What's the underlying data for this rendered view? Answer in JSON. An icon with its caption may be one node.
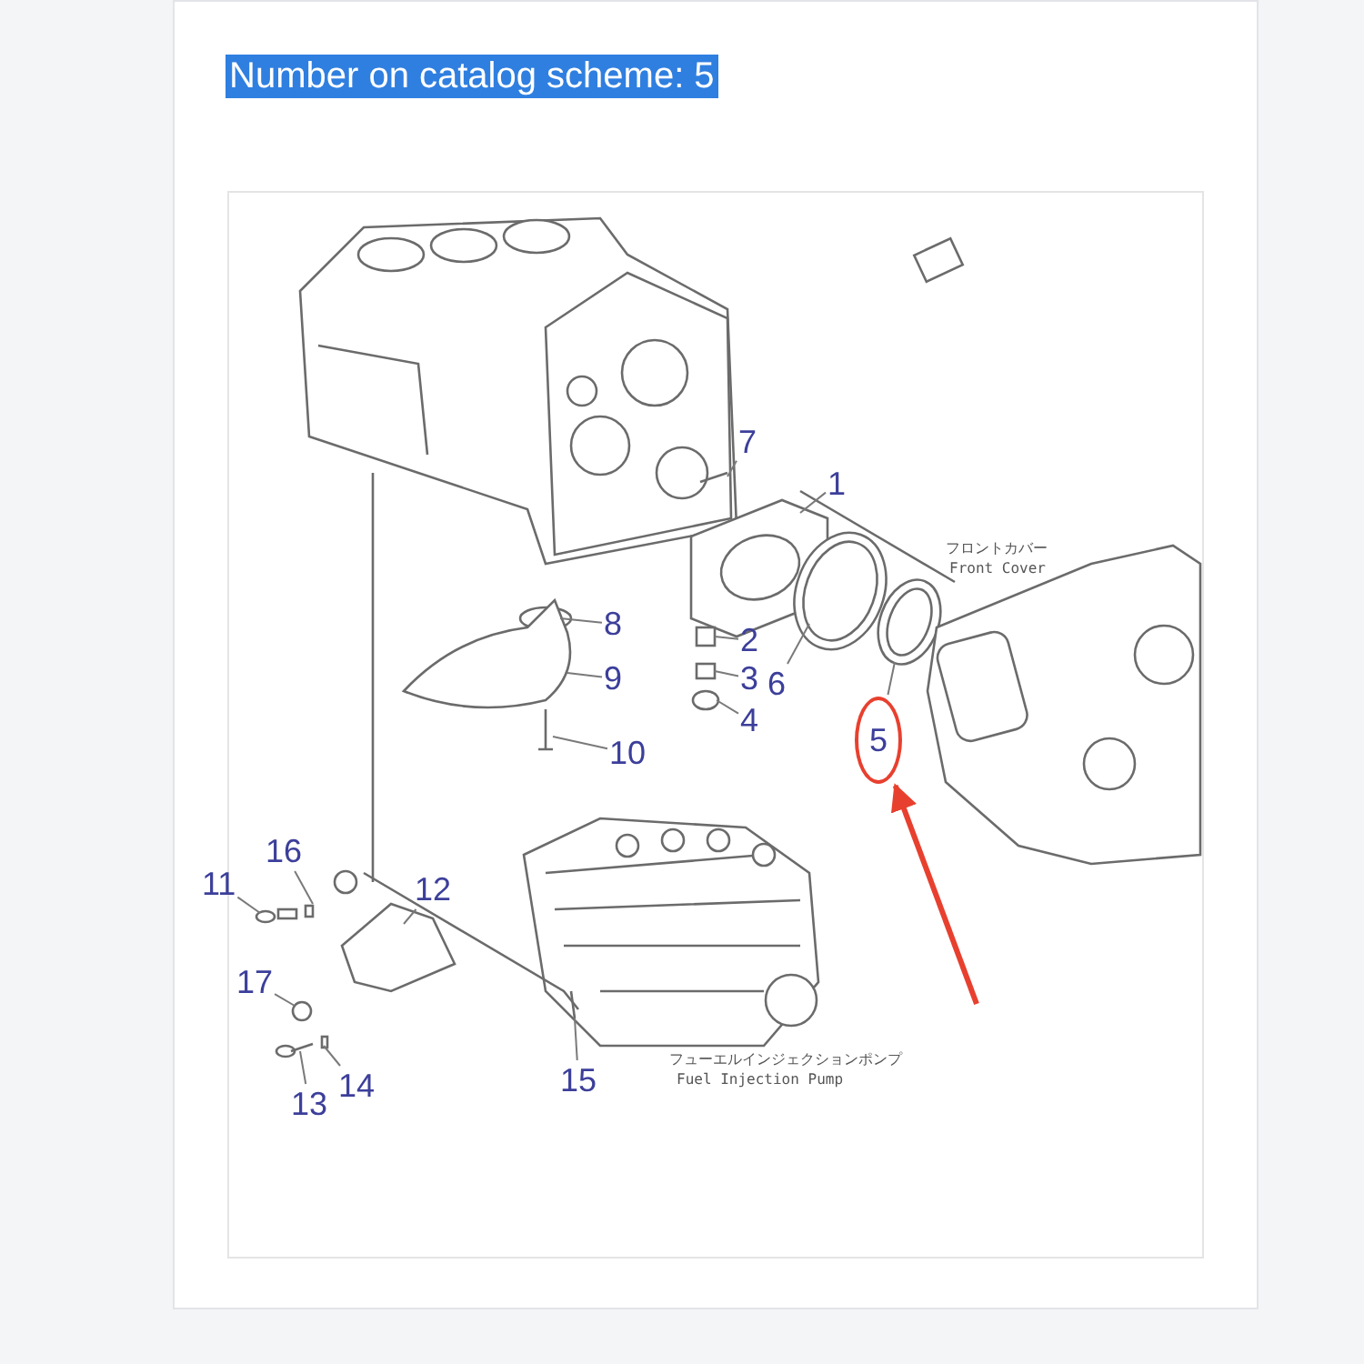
{
  "diagram": {
    "title": "Number on catalog scheme: 5",
    "nodes": [
      {
        "text": [
          "7"
        ]
      },
      {
        "text": [
          "1"
        ]
      },
      {
        "text": [
          "8"
        ]
      },
      {
        "text": [
          "2"
        ]
      },
      {
        "text": [
          "9"
        ]
      },
      {
        "text": [
          "3"
        ]
      },
      {
        "text": [
          "6"
        ]
      },
      {
        "text": [
          "4"
        ]
      },
      {
        "text": [
          "5"
        ]
      },
      {
        "text": [
          "10"
        ]
      },
      {
        "text": [
          "16"
        ]
      },
      {
        "text": [
          "11"
        ]
      },
      {
        "text": [
          "12"
        ]
      },
      {
        "text": [
          "17"
        ]
      },
      {
        "text": [
          "15"
        ]
      },
      {
        "text": [
          "14"
        ]
      },
      {
        "text": [
          "13"
        ]
      }
    ],
    "edges": [
      {
        "from": 0,
        "to": null,
        "arrow": "none"
      },
      {
        "from": 1,
        "to": null,
        "arrow": "none"
      },
      {
        "from": 2,
        "to": null,
        "arrow": "none"
      },
      {
        "from": 3,
        "to": null,
        "arrow": "none"
      },
      {
        "from": 4,
        "to": null,
        "arrow": "none"
      },
      {
        "from": 5,
        "to": null,
        "arrow": "none"
      },
      {
        "from": 6,
        "to": null,
        "arrow": "none"
      },
      {
        "from": 7,
        "to": null,
        "arrow": "none"
      },
      {
        "from": 8,
        "to": null,
        "arrow": "none"
      },
      {
        "from": 9,
        "to": null,
        "arrow": "none"
      },
      {
        "from": 10,
        "to": null,
        "arrow": "none"
      },
      {
        "from": 11,
        "to": null,
        "arrow": "none"
      },
      {
        "from": 12,
        "to": null,
        "arrow": "none"
      },
      {
        "from": 13,
        "to": null,
        "arrow": "none"
      },
      {
        "from": 14,
        "to": null,
        "arrow": "none"
      },
      {
        "from": 15,
        "to": null,
        "arrow": "none"
      },
      {
        "from": 16,
        "to": null,
        "arrow": "none"
      },
      {
        "from": null,
        "to": 8,
        "arrow": "to",
        "style": "thick",
        "color": "#e8402f"
      }
    ],
    "labels": [
      "フロントカバー",
      "Front Cover",
      "フューエルインジェクションポンプ",
      "Fuel Injection Pump"
    ]
  }
}
